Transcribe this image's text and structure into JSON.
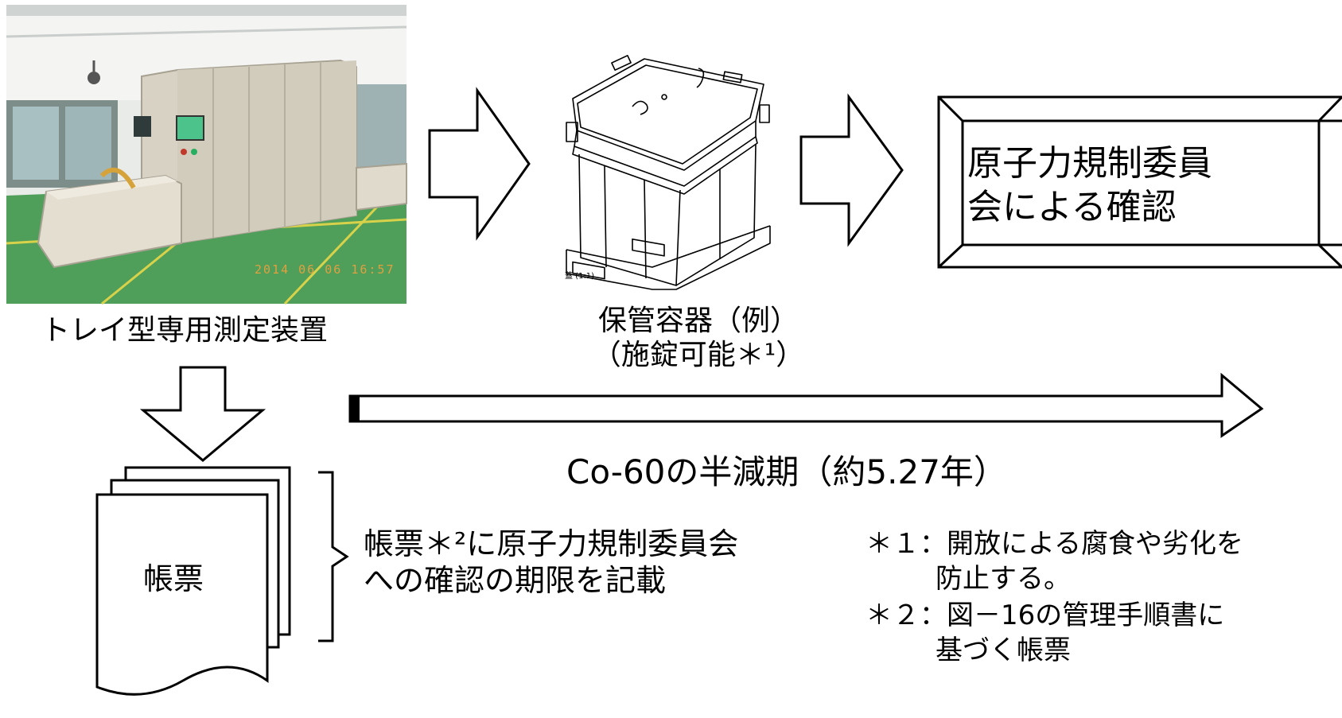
{
  "photo": {
    "caption": "トレイ型専用測定装置",
    "timestamp": "2014 06 06 16:57"
  },
  "container": {
    "caption_line1": "保管容器（例）",
    "caption_line2": "（施錠可能＊¹）",
    "drawing_tag": "蓋 (1:1)"
  },
  "review_box": {
    "line1": "原子力規制委員",
    "line2": "会による確認"
  },
  "timeline": {
    "label": "Co-60の半減期（約5.27年）"
  },
  "ledger": {
    "label": "帳票",
    "note_line1": "帳票＊²に原子力規制委員会",
    "note_line2": "への確認の期限を記載"
  },
  "footnotes": {
    "n1_marker": "＊１：",
    "n1_line1": "開放による腐食や劣化を",
    "n1_line2": "防止する。",
    "n2_marker": "＊２：",
    "n2_line1": "図－16の管理手順書に",
    "n2_line2": "基づく帳票"
  },
  "colors": {
    "stroke": "#000000",
    "floor_green": "#4f9e5a",
    "machine_beige": "#d8d2c4",
    "timestamp_orange": "#e0a040"
  }
}
